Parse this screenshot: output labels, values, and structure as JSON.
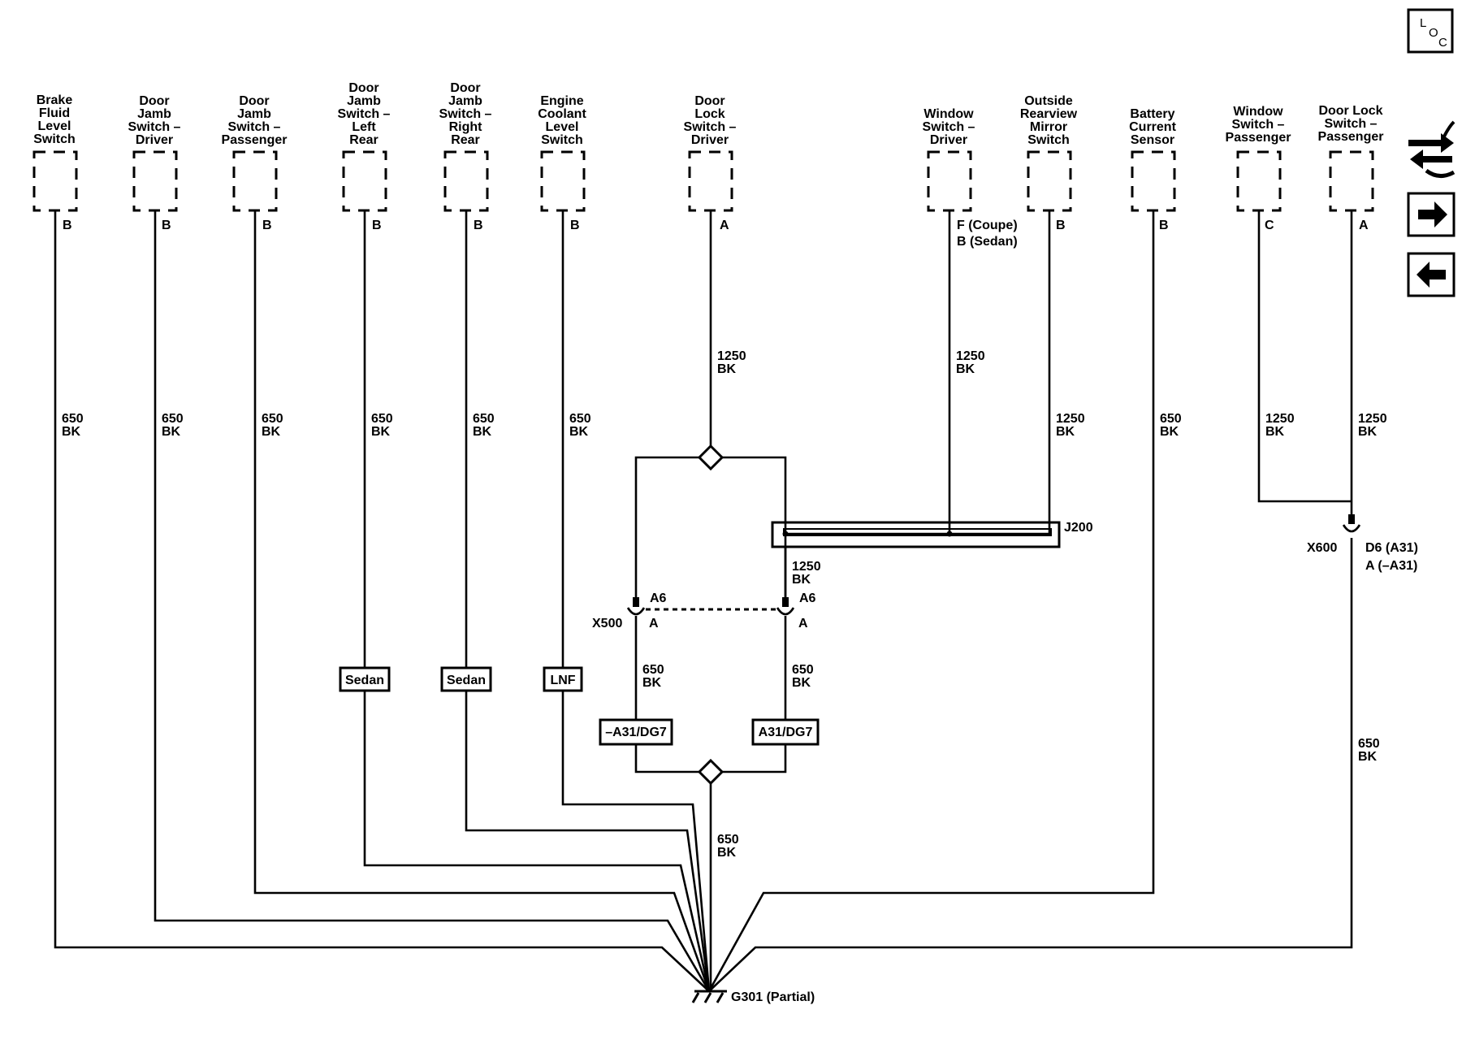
{
  "components": [
    {
      "id": "brake",
      "lines": [
        "Brake",
        "Fluid",
        "Level",
        "Switch"
      ],
      "pin": "B",
      "wire": [
        "650",
        "BK"
      ]
    },
    {
      "id": "djdriver",
      "lines": [
        "Door",
        "Jamb",
        "Switch –",
        "Driver"
      ],
      "pin": "B",
      "wire": [
        "650",
        "BK"
      ]
    },
    {
      "id": "djpass",
      "lines": [
        "Door",
        "Jamb",
        "Switch –",
        "Passenger"
      ],
      "pin": "B",
      "wire": [
        "650",
        "BK"
      ]
    },
    {
      "id": "djlr",
      "lines": [
        "Door",
        "Jamb",
        "Switch –",
        "Left",
        "Rear"
      ],
      "pin": "B",
      "wire": [
        "650",
        "BK"
      ]
    },
    {
      "id": "djrr",
      "lines": [
        "Door",
        "Jamb",
        "Switch –",
        "Right",
        "Rear"
      ],
      "pin": "B",
      "wire": [
        "650",
        "BK"
      ]
    },
    {
      "id": "coolant",
      "lines": [
        "Engine",
        "Coolant",
        "Level",
        "Switch"
      ],
      "pin": "B",
      "wire": [
        "650",
        "BK"
      ]
    },
    {
      "id": "dldriver",
      "lines": [
        "Door",
        "Lock",
        "Switch –",
        "Driver"
      ],
      "pin": "A",
      "wire": [
        "1250",
        "BK"
      ]
    },
    {
      "id": "wsdriver",
      "lines": [
        "Window",
        "Switch –",
        "Driver"
      ],
      "pin": "F (Coupe)",
      "pin2": "B (Sedan)",
      "wire": [
        "1250",
        "BK"
      ]
    },
    {
      "id": "mirror",
      "lines": [
        "Outside",
        "Rearview",
        "Mirror",
        "Switch"
      ],
      "pin": "B",
      "wire": [
        "1250",
        "BK"
      ]
    },
    {
      "id": "battery",
      "lines": [
        "Battery",
        "Current",
        "Sensor"
      ],
      "pin": "B",
      "wire": [
        "650",
        "BK"
      ]
    },
    {
      "id": "wspass",
      "lines": [
        "Window",
        "Switch –",
        "Passenger"
      ],
      "pin": "C",
      "wire": [
        "1250",
        "BK"
      ]
    },
    {
      "id": "dlpass",
      "lines": [
        "Door Lock",
        "Switch –",
        "Passenger"
      ],
      "pin": "A",
      "wire": [
        "1250",
        "BK"
      ]
    }
  ],
  "options": {
    "sedan1": "Sedan",
    "sedan2": "Sedan",
    "lnf": "LNF",
    "a31neg": "–A31/DG7",
    "a31": "A31/DG7"
  },
  "connectors": {
    "x500": "X500",
    "a6_left": "A6",
    "a_left": "A",
    "a6_right": "A6",
    "a_right": "A",
    "x600": "X600",
    "x600_pin1": "D6 (A31)",
    "x600_pin2": "A (–A31)"
  },
  "splice": "J200",
  "wires": {
    "j200_out": [
      "1250",
      "BK"
    ],
    "x500_left": [
      "650",
      "BK"
    ],
    "x500_right": [
      "650",
      "BK"
    ],
    "center_bottom": [
      "650",
      "BK"
    ],
    "x600_down": [
      "650",
      "BK"
    ]
  },
  "ground": "G301 (Partial)",
  "nav": {
    "loc_l": "L",
    "loc_o": "O",
    "loc_c": "C"
  },
  "icons": {
    "harness": "harness-connector-icon",
    "next": "arrow-right-icon",
    "prev": "arrow-left-icon"
  }
}
